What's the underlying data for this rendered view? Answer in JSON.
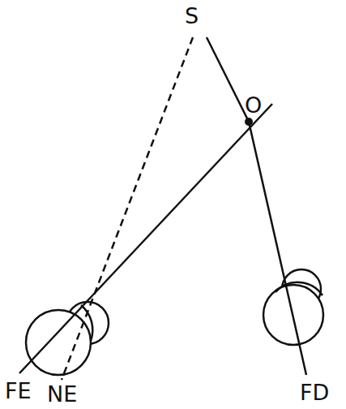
{
  "diagram": {
    "labels": [
      "S",
      "O",
      "FE",
      "NE",
      "FD"
    ]
  }
}
